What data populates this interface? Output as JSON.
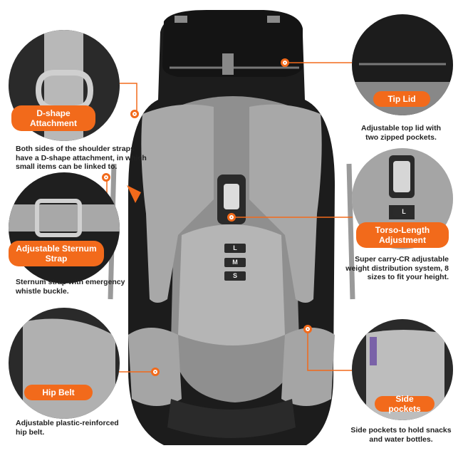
{
  "callouts": {
    "d_shape": {
      "title": "D-shape Attachment",
      "caption": "Both sides of the shoulder straps have a D-shape attachment, in which small items can be linked to."
    },
    "sternum": {
      "title": "Adjustable Sternum Strap",
      "caption": "Sternum strap with emergency whistle buckle."
    },
    "hip_belt": {
      "title": "Hip Belt",
      "caption": "Adjustable plastic-reinforced hip belt."
    },
    "tip_lid": {
      "title": "Tip Lid",
      "caption": "Adjustable top lid with two zipped pockets."
    },
    "torso": {
      "title": "Torso-Length Adjustment",
      "caption": "Super carry-CR adjustable weight distribution system, 8 sizes to fit your height."
    },
    "side_pockets": {
      "title": "Side pockets",
      "caption": "Side pockets to hold snacks and water bottles."
    }
  },
  "torso_sizes": [
    "L",
    "M",
    "S"
  ],
  "zoom_size_label": "L",
  "colors": {
    "accent": "#f26a1b",
    "pack_black": "#1c1c1c",
    "pack_grey": "#9a9a9a",
    "mesh_grey": "#b5b5b5"
  }
}
